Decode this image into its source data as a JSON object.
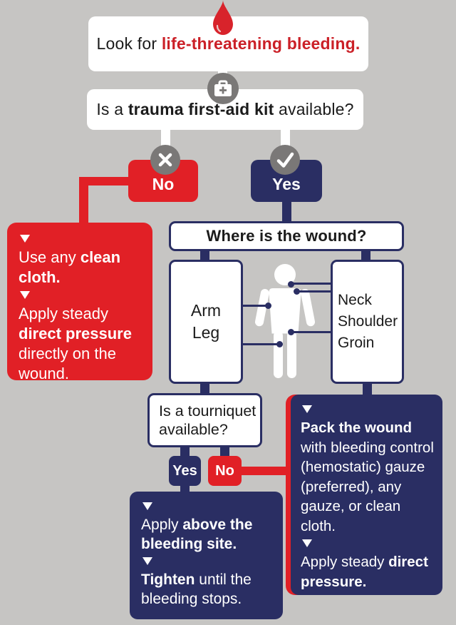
{
  "title": "Bleeding control decision flowchart",
  "colors": {
    "background": "#c6c5c3",
    "red": "#e12026",
    "navy": "#2a2e63",
    "icon_gray": "#7a7877",
    "emphasis_red": "#cb2027",
    "text_black": "#1b1b1b",
    "white": "#ffffff"
  },
  "flow": {
    "start": {
      "prefix": "Look for ",
      "emphasis": "life-threatening bleeding."
    },
    "kit_question": {
      "pre": "Is a ",
      "bold": "trauma first-aid kit",
      "post": " available?"
    },
    "kit_no": "No",
    "kit_yes": "Yes",
    "no_branch": {
      "step1_pre": "Use any ",
      "step1_bold": "clean cloth.",
      "step2_pre": "Apply steady ",
      "step2_bold": "direct pressure",
      "step2_post": " directly on the wound."
    },
    "wound_question": "Where is the wound?",
    "arm_leg": {
      "lines": [
        "Arm",
        "Leg"
      ]
    },
    "neck_shoulder_groin": {
      "lines": [
        "Neck",
        "Shoulder",
        "Groin"
      ]
    },
    "tourniquet_question": {
      "line1": "Is a tourniquet",
      "line2": "available?"
    },
    "tourniquet_yes": "Yes",
    "tourniquet_no": "No",
    "tourniquet_branch": {
      "step1_pre": "Apply ",
      "step1_bold": "above the bleeding site.",
      "step2_bold": "Tighten",
      "step2_post": " until the bleeding stops."
    },
    "pack_branch": {
      "step1_bold": "Pack the wound",
      "step1_post": " with bleeding control (hemostatic) gauze (preferred), any gauze, or clean cloth.",
      "step2_pre": "Apply steady ",
      "step2_bold": "direct pressure."
    }
  }
}
